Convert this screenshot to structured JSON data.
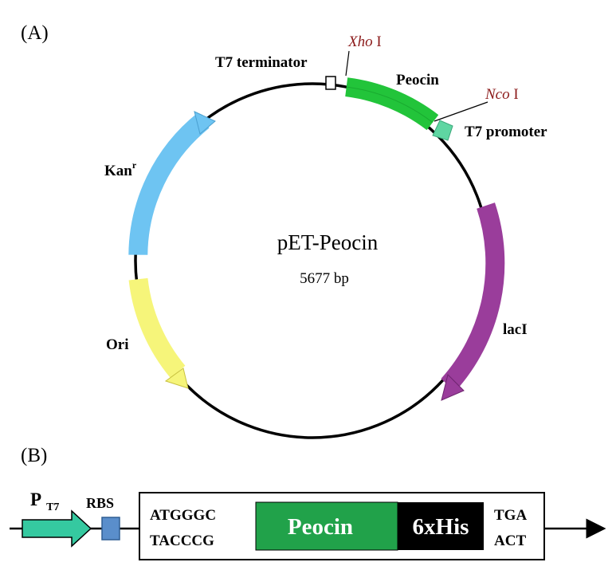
{
  "panel_a": {
    "label": "(A)",
    "plasmid_name": "pET-Peocin",
    "plasmid_size": "5677 bp",
    "features": {
      "t7_terminator": "T7 terminator",
      "peocin": "Peocin",
      "t7_promoter": "T7 promoter",
      "kan": "Kan",
      "kan_superscript": "r",
      "ori": "Ori",
      "laci": "lacI"
    },
    "sites": {
      "xho_italic": "Xho",
      "xho_roman": " I",
      "nco_italic": "Nco",
      "nco_roman": " I"
    }
  },
  "panel_b": {
    "label": "(B)",
    "promoter_main": "P",
    "promoter_sub": "T7",
    "rbs": "RBS",
    "start_top": "ATGGGC",
    "start_bottom": "TACCCG",
    "gene": "Peocin",
    "tag": "6xHis",
    "stop_top": "TGA",
    "stop_bottom": "ACT"
  },
  "colors": {
    "peocin_green": "#22c43a",
    "peocin_box_green": "#21a24a",
    "kan_blue": "#6ec4f2",
    "ori_yellow": "#f6f57a",
    "laci_purple": "#9a3d9b",
    "t7_promoter_teal": "#5fd6a2",
    "pt7_teal": "#35c9a0",
    "rbs_blue": "#5a8ecb",
    "site_red": "#8b1a1a"
  }
}
